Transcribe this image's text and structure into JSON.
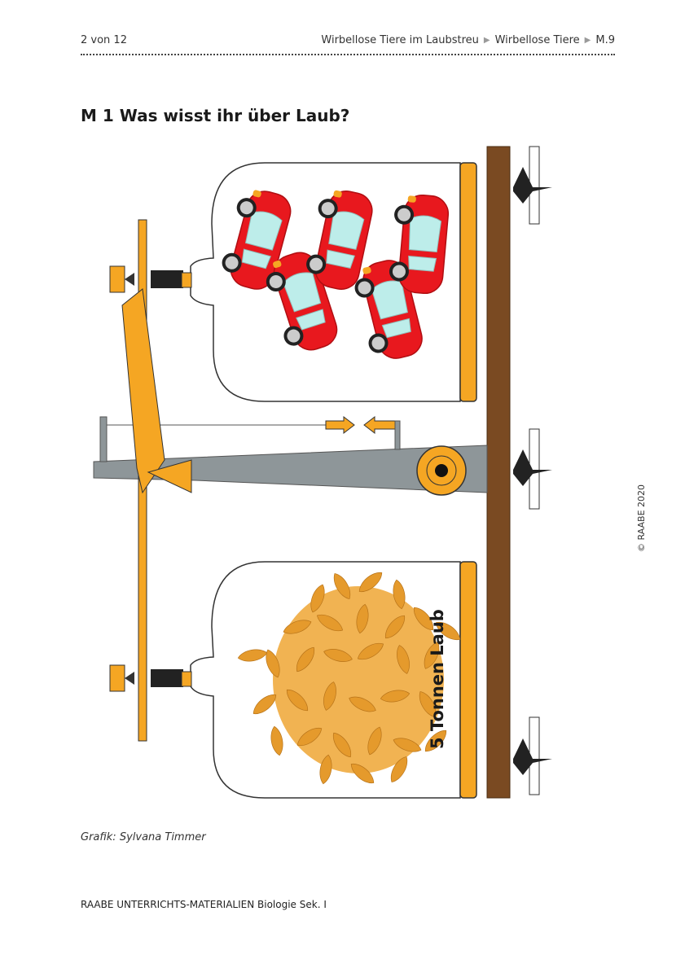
{
  "header": {
    "page": "2 von 12",
    "crumbs": [
      "Wirbellose Tiere im Laubstreu",
      "Wirbellose Tiere",
      "M.9"
    ],
    "separator": "▶"
  },
  "title": "M 1 Was wisst ihr über Laub?",
  "figure": {
    "jar_label": "5 Tonnen Laub",
    "colors": {
      "orange": "#F5A623",
      "car_red": "#E8181E",
      "post_brown": "#7A4A22",
      "beam_gray": "#8E9699",
      "window": "#BDEDEA",
      "leaf": "#E59A2C"
    }
  },
  "caption": "Grafik: Sylvana Timmer",
  "footer": "RAABE UNTERRICHTS-MATERIALIEN Biologie Sek. I",
  "copyright": "© RAABE 2020"
}
